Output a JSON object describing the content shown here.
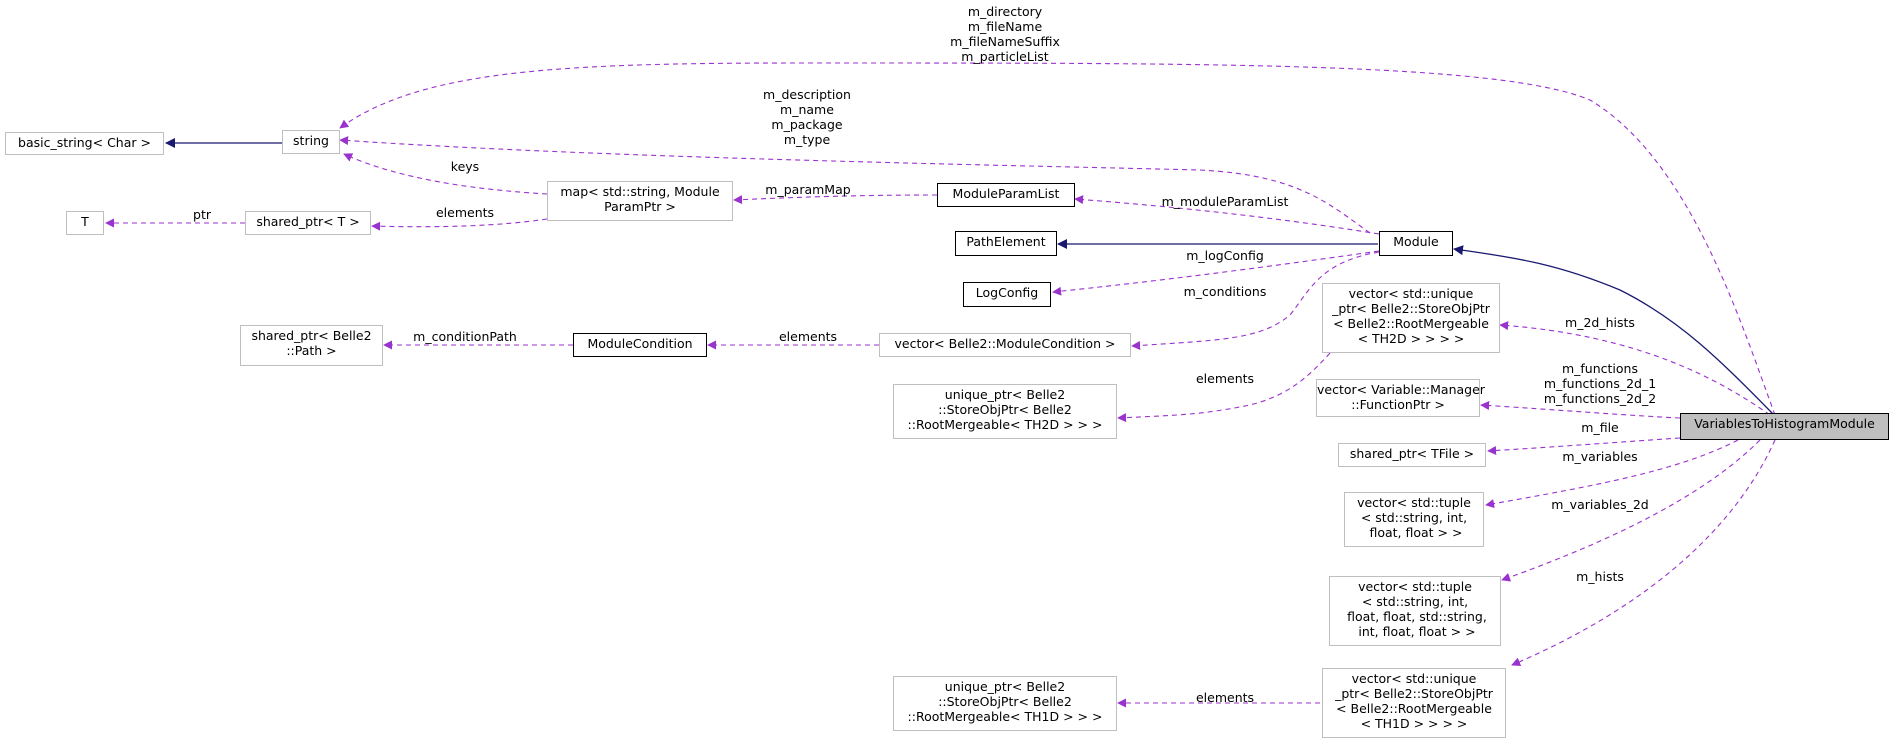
{
  "colors": {
    "inheritance": "#191970",
    "usage": "#9a32cd",
    "border_light": "#bfbfbf",
    "highlight_fill": "#bfbfbf"
  },
  "nodes": {
    "basic_string": "basic_string< Char >",
    "string": "string",
    "t": "T",
    "shared_ptr_t": "shared_ptr< T >",
    "map": "map< std::string, Module\nParamPtr >",
    "module_param_list": "ModuleParamList",
    "path_element": "PathElement",
    "module": "Module",
    "log_config": "LogConfig",
    "shared_ptr_path": "shared_ptr< Belle2\n::Path >",
    "module_condition": "ModuleCondition",
    "vector_module_condition": "vector< Belle2::ModuleCondition >",
    "vector_th2d": "vector< std::unique\n_ptr< Belle2::StoreObjPtr\n< Belle2::RootMergeable\n< TH2D > > > >",
    "unique_ptr_th2d": "unique_ptr< Belle2\n::StoreObjPtr< Belle2\n::RootMergeable< TH2D > > >",
    "vector_function_ptr": "vector< Variable::Manager\n::FunctionPtr >",
    "shared_ptr_tfile": "shared_ptr< TFile >",
    "vector_tuple": "vector< std::tuple\n< std::string, int,\n float, float > >",
    "vector_tuple_2d": "vector< std::tuple\n< std::string, int,\n float, float, std::string,\n int, float, float > >",
    "unique_ptr_th1d": "unique_ptr< Belle2\n::StoreObjPtr< Belle2\n::RootMergeable< TH1D > > >",
    "vector_th1d": "vector< std::unique\n_ptr< Belle2::StoreObjPtr\n< Belle2::RootMergeable\n< TH1D > > > >",
    "variables_to_histogram_module": "VariablesToHistogramModule"
  },
  "edge_labels": {
    "string_members_top": "m_directory\nm_fileName\nm_fileNameSuffix\nm_particleList",
    "string_members_module": "m_description\nm_name\nm_package\nm_type",
    "keys": "keys",
    "elements_map": "elements",
    "ptr": "ptr",
    "param_map": "m_paramMap",
    "module_param_list": "m_moduleParamList",
    "log_config": "m_logConfig",
    "conditions": "m_conditions",
    "condition_path": "m_conditionPath",
    "elements_condition": "elements",
    "elements_th2d": "elements",
    "hists_2d": "m_2d_hists",
    "functions": "m_functions\nm_functions_2d_1\nm_functions_2d_2",
    "file": "m_file",
    "variables": "m_variables",
    "variables_2d": "m_variables_2d",
    "hists": "m_hists",
    "elements_th1d": "elements"
  }
}
